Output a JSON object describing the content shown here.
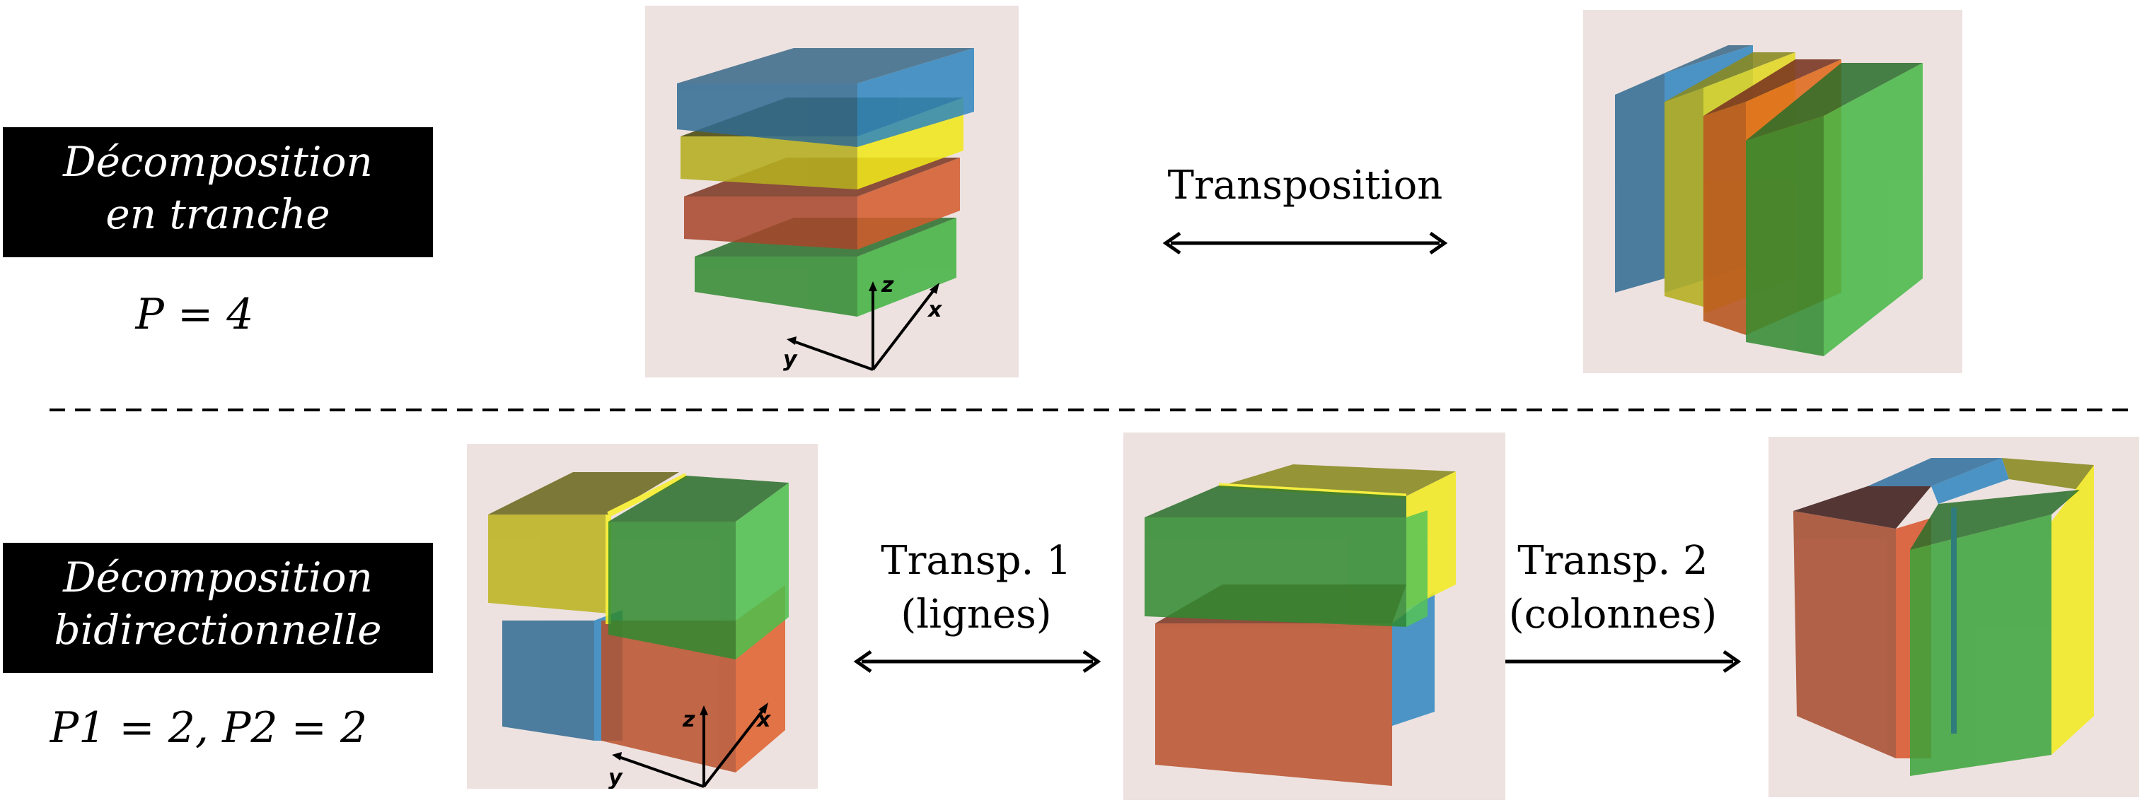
{
  "row1": {
    "box_title": [
      "Décomposition",
      "en tranche"
    ],
    "param": "P = 4",
    "arrow_label": "Transposition",
    "axes": {
      "x": "x",
      "y": "y",
      "z": "z"
    }
  },
  "row2": {
    "box_title": [
      "Décomposition",
      "bidirectionnelle"
    ],
    "param": "P1 = 2, P2 = 2",
    "arrow1_label": [
      "Transp. 1",
      "(lignes)"
    ],
    "arrow2_label": [
      "Transp. 2",
      "(colonnes)"
    ],
    "axes": {
      "x": "x",
      "y": "y",
      "z": "z"
    }
  },
  "colors": {
    "blue": "#2e6f9e",
    "yellow": "#c9c21c",
    "orange": "#c5532a",
    "green": "#3aa23a",
    "panel_bg": "#ede2e0"
  }
}
